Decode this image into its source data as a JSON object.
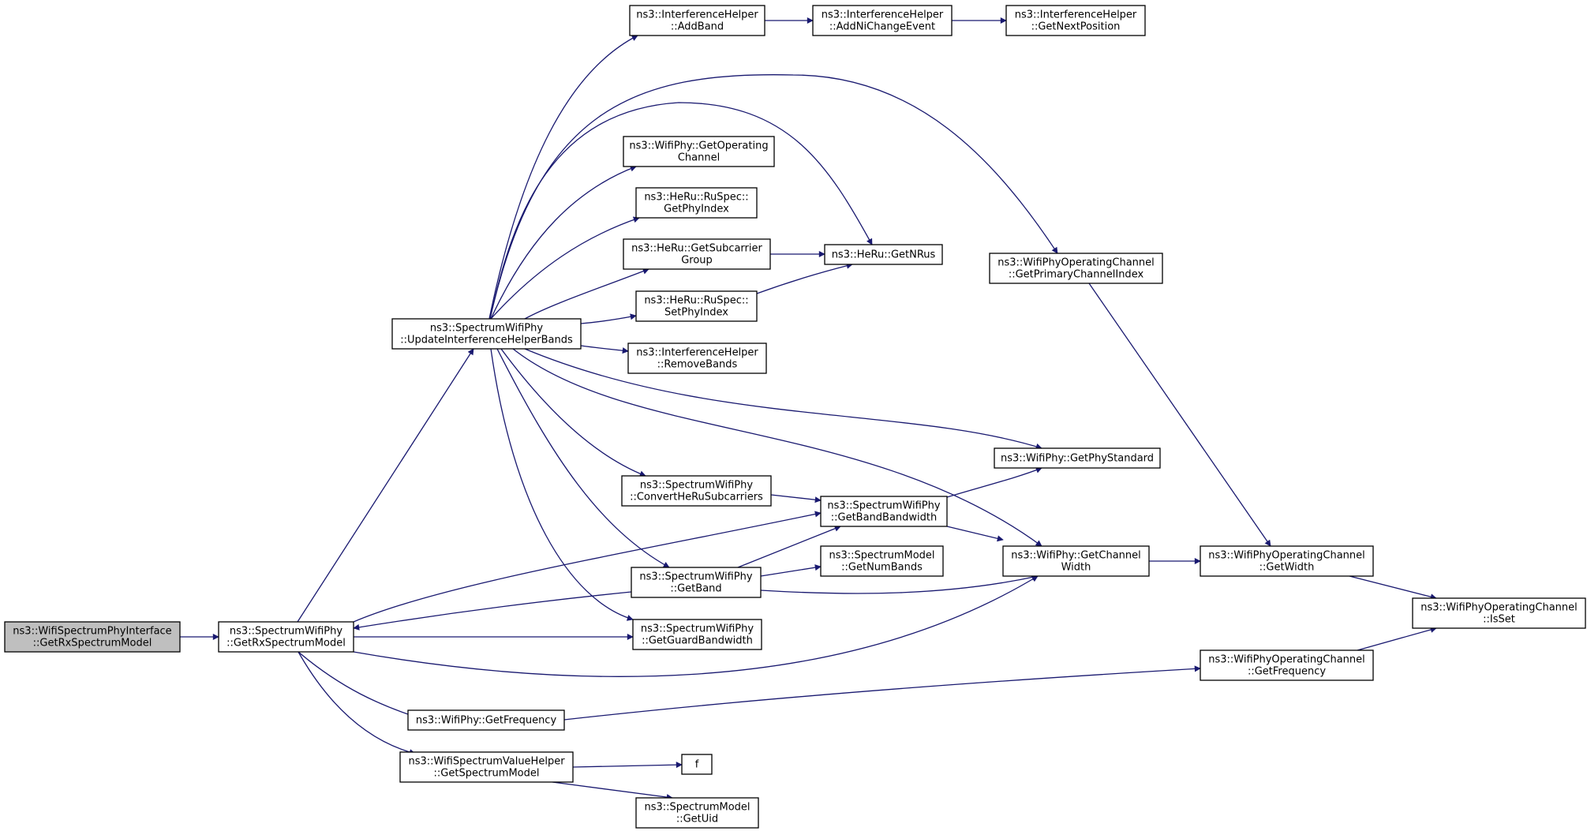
{
  "diagram": {
    "edge_color": "#191970",
    "root_fill": "#bfbfbf",
    "nodes": [
      {
        "id": "root",
        "lines": [
          "ns3::WifiSpectrumPhyInterface",
          "::GetRxSpectrumModel"
        ]
      },
      {
        "id": "getrx",
        "lines": [
          "ns3::SpectrumWifiPhy",
          "::GetRxSpectrumModel"
        ]
      },
      {
        "id": "update",
        "lines": [
          "ns3::SpectrumWifiPhy",
          "::UpdateInterferenceHelperBands"
        ]
      },
      {
        "id": "addband",
        "lines": [
          "ns3::InterferenceHelper",
          "::AddBand"
        ]
      },
      {
        "id": "addni",
        "lines": [
          "ns3::InterferenceHelper",
          "::AddNiChangeEvent"
        ]
      },
      {
        "id": "nextpos",
        "lines": [
          "ns3::InterferenceHelper",
          "::GetNextPosition"
        ]
      },
      {
        "id": "getopch",
        "lines": [
          "ns3::WifiPhy::GetOperating",
          "Channel"
        ]
      },
      {
        "id": "getphyidx",
        "lines": [
          "ns3::HeRu::RuSpec::",
          "GetPhyIndex"
        ]
      },
      {
        "id": "subgroup",
        "lines": [
          "ns3::HeRu::GetSubcarrier",
          "Group"
        ]
      },
      {
        "id": "nrus",
        "lines": [
          "ns3::HeRu::GetNRus"
        ]
      },
      {
        "id": "setphyidx",
        "lines": [
          "ns3::HeRu::RuSpec::",
          "SetPhyIndex"
        ]
      },
      {
        "id": "removebands",
        "lines": [
          "ns3::InterferenceHelper",
          "::RemoveBands"
        ]
      },
      {
        "id": "primidx",
        "lines": [
          "ns3::WifiPhyOperatingChannel",
          "::GetPrimaryChannelIndex"
        ]
      },
      {
        "id": "phystd",
        "lines": [
          "ns3::WifiPhy::GetPhyStandard"
        ]
      },
      {
        "id": "convert",
        "lines": [
          "ns3::SpectrumWifiPhy",
          "::ConvertHeRuSubcarriers"
        ]
      },
      {
        "id": "bandbw",
        "lines": [
          "ns3::SpectrumWifiPhy",
          "::GetBandBandwidth"
        ]
      },
      {
        "id": "chwidth",
        "lines": [
          "ns3::WifiPhy::GetChannel",
          "Width"
        ]
      },
      {
        "id": "opwidth",
        "lines": [
          "ns3::WifiPhyOperatingChannel",
          "::GetWidth"
        ]
      },
      {
        "id": "numbands",
        "lines": [
          "ns3::SpectrumModel",
          "::GetNumBands"
        ]
      },
      {
        "id": "getband",
        "lines": [
          "ns3::SpectrumWifiPhy",
          "::GetBand"
        ]
      },
      {
        "id": "guardbw",
        "lines": [
          "ns3::SpectrumWifiPhy",
          "::GetGuardBandwidth"
        ]
      },
      {
        "id": "isset",
        "lines": [
          "ns3::WifiPhyOperatingChannel",
          "::IsSet"
        ]
      },
      {
        "id": "opfreq",
        "lines": [
          "ns3::WifiPhyOperatingChannel",
          "::GetFrequency"
        ]
      },
      {
        "id": "getfreq",
        "lines": [
          "ns3::WifiPhy::GetFrequency"
        ]
      },
      {
        "id": "valhelper",
        "lines": [
          "ns3::WifiSpectrumValueHelper",
          "::GetSpectrumModel"
        ]
      },
      {
        "id": "f",
        "lines": [
          "f"
        ]
      },
      {
        "id": "getuid",
        "lines": [
          "ns3::SpectrumModel",
          "::GetUid"
        ]
      }
    ],
    "edges": [
      {
        "from": "root",
        "to": "getrx"
      },
      {
        "from": "getrx",
        "to": "update"
      },
      {
        "from": "getrx",
        "to": "bandbw"
      },
      {
        "from": "getrx",
        "to": "guardbw"
      },
      {
        "from": "getrx",
        "to": "chwidth"
      },
      {
        "from": "getrx",
        "to": "getfreq"
      },
      {
        "from": "getrx",
        "to": "valhelper"
      },
      {
        "from": "getband",
        "to": "getrx"
      },
      {
        "from": "update",
        "to": "addband"
      },
      {
        "from": "update",
        "to": "primidx"
      },
      {
        "from": "update",
        "to": "nrus"
      },
      {
        "from": "update",
        "to": "getopch"
      },
      {
        "from": "update",
        "to": "getphyidx"
      },
      {
        "from": "update",
        "to": "subgroup"
      },
      {
        "from": "update",
        "to": "setphyidx"
      },
      {
        "from": "update",
        "to": "removebands"
      },
      {
        "from": "update",
        "to": "phystd"
      },
      {
        "from": "update",
        "to": "chwidth"
      },
      {
        "from": "update",
        "to": "convert"
      },
      {
        "from": "update",
        "to": "getband"
      },
      {
        "from": "update",
        "to": "guardbw"
      },
      {
        "from": "addband",
        "to": "addni"
      },
      {
        "from": "addni",
        "to": "nextpos"
      },
      {
        "from": "subgroup",
        "to": "nrus"
      },
      {
        "from": "setphyidx",
        "to": "nrus"
      },
      {
        "from": "primidx",
        "to": "opwidth"
      },
      {
        "from": "convert",
        "to": "bandbw"
      },
      {
        "from": "bandbw",
        "to": "phystd"
      },
      {
        "from": "bandbw",
        "to": "chwidth"
      },
      {
        "from": "getband",
        "to": "bandbw"
      },
      {
        "from": "getband",
        "to": "numbands"
      },
      {
        "from": "getband",
        "to": "chwidth"
      },
      {
        "from": "chwidth",
        "to": "opwidth"
      },
      {
        "from": "opwidth",
        "to": "isset"
      },
      {
        "from": "opfreq",
        "to": "isset"
      },
      {
        "from": "getfreq",
        "to": "opfreq"
      },
      {
        "from": "valhelper",
        "to": "f"
      },
      {
        "from": "valhelper",
        "to": "getuid"
      }
    ]
  }
}
